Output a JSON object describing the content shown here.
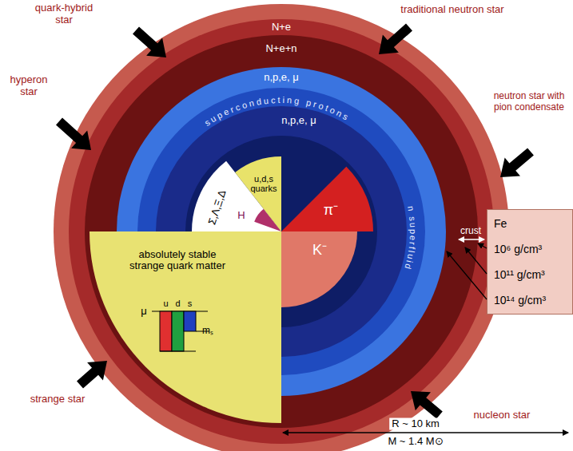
{
  "diagram": {
    "nodes": [
      {
        "text": [
          "N+e"
        ]
      },
      {
        "text": [
          "N+e+n"
        ],
        "in": 0
      },
      {
        "text": [
          "n,p,e, μ"
        ],
        "in": 1
      },
      {
        "text": [
          "superconducting protons",
          "n superfluid"
        ],
        "in": 2
      },
      {
        "text": [
          "n,p,e, μ"
        ],
        "in": 3
      },
      {
        "text": [
          "Σ,Λ,Ξ,Δ"
        ],
        "in": 4
      },
      {
        "text": [
          "H"
        ],
        "in": 4
      },
      {
        "text": [
          "u,d,s quarks"
        ],
        "in": 4
      },
      {
        "text": [
          "π⁻"
        ],
        "in": 4
      },
      {
        "text": [
          "K⁻"
        ],
        "in": 4
      },
      {
        "text": [
          "absolutely stable strange quark matter"
        ],
        "in": 1
      },
      {
        "text": [
          "Fe",
          "10⁶ g/cm³",
          "10¹¹ g/cm³",
          "10¹⁴ g/cm³"
        ]
      }
    ],
    "labels": [
      "quark-hybrid star",
      "traditional neutron star",
      "hyperon star",
      "neutron star with pion condensate",
      "crust",
      "strange star",
      "nucleon star",
      "μ",
      "u",
      "d",
      "s",
      "mₛ",
      "R ~ 10 km",
      "M ~ 1.4 M⊙"
    ]
  }
}
